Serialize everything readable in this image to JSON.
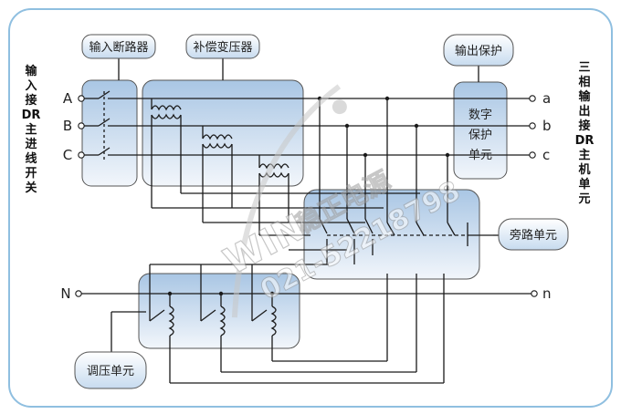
{
  "labels": {
    "input_breaker": "输入断路器",
    "comp_transformer": "补偿变压器",
    "output_protect": "输出保护",
    "bypass": "旁路单元",
    "regulator": "调压单元"
  },
  "protect_box": [
    "数字",
    "保护",
    "单元"
  ],
  "left_side": [
    "输",
    "入",
    "接",
    "DR",
    "主",
    "进",
    "线",
    "开",
    "关"
  ],
  "right_side": [
    "三",
    "相",
    "输",
    "出",
    "接",
    "DR",
    "主",
    "机",
    "单",
    "元"
  ],
  "inputs": [
    "A",
    "B",
    "C"
  ],
  "outputs": [
    "a",
    "b",
    "c"
  ],
  "neutral_in": "N",
  "neutral_out": "n",
  "watermark": {
    "brand": "WIN",
    "cn": "稳正电源",
    "phone": "021-52218798"
  },
  "colors": {
    "frame": "#8fbfe0",
    "box_top": "#a9c6e4",
    "box_bottom": "#f2f6fb",
    "wire": "#1a1a1a"
  }
}
